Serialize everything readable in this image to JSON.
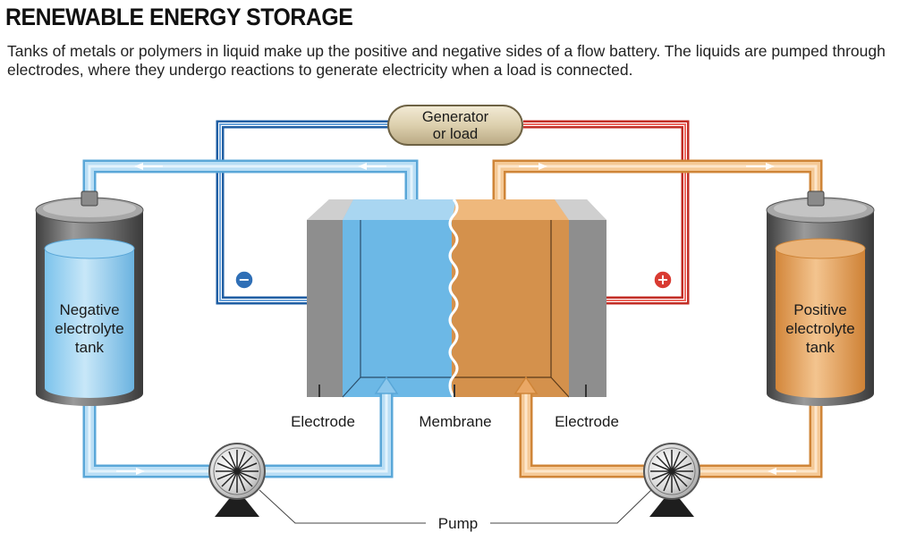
{
  "header": {
    "title": "RENEWABLE ENERGY STORAGE",
    "subtitle": "Tanks of metals or polymers in liquid make up the positive and negative sides of a flow battery. The liquids are pumped through electrodes, where they undergo reactions to generate electricity when a load is connected."
  },
  "generator": {
    "line1": "Generator",
    "line2": "or load"
  },
  "negative_tank": {
    "line1": "Negative",
    "line2": "electrolyte",
    "line3": "tank"
  },
  "positive_tank": {
    "line1": "Positive",
    "line2": "electrolyte",
    "line3": "tank"
  },
  "labels": {
    "electrode_left": "Electrode",
    "membrane": "Membrane",
    "electrode_right": "Electrode",
    "pump": "Pump",
    "minus_sign": "−",
    "plus_sign": "+"
  },
  "colors": {
    "negative_fluid": "#6db8e6",
    "negative_pipe": "#a8d4f0",
    "positive_fluid": "#d9944a",
    "positive_pipe": "#f0bd86",
    "positive_wire": "#d93b32",
    "negative_wire": "#2f6fb6",
    "electrode_gray": "#8e8e8e",
    "tank_shell": "#6b6b6b",
    "generator_fill": "#e6dcc0"
  }
}
